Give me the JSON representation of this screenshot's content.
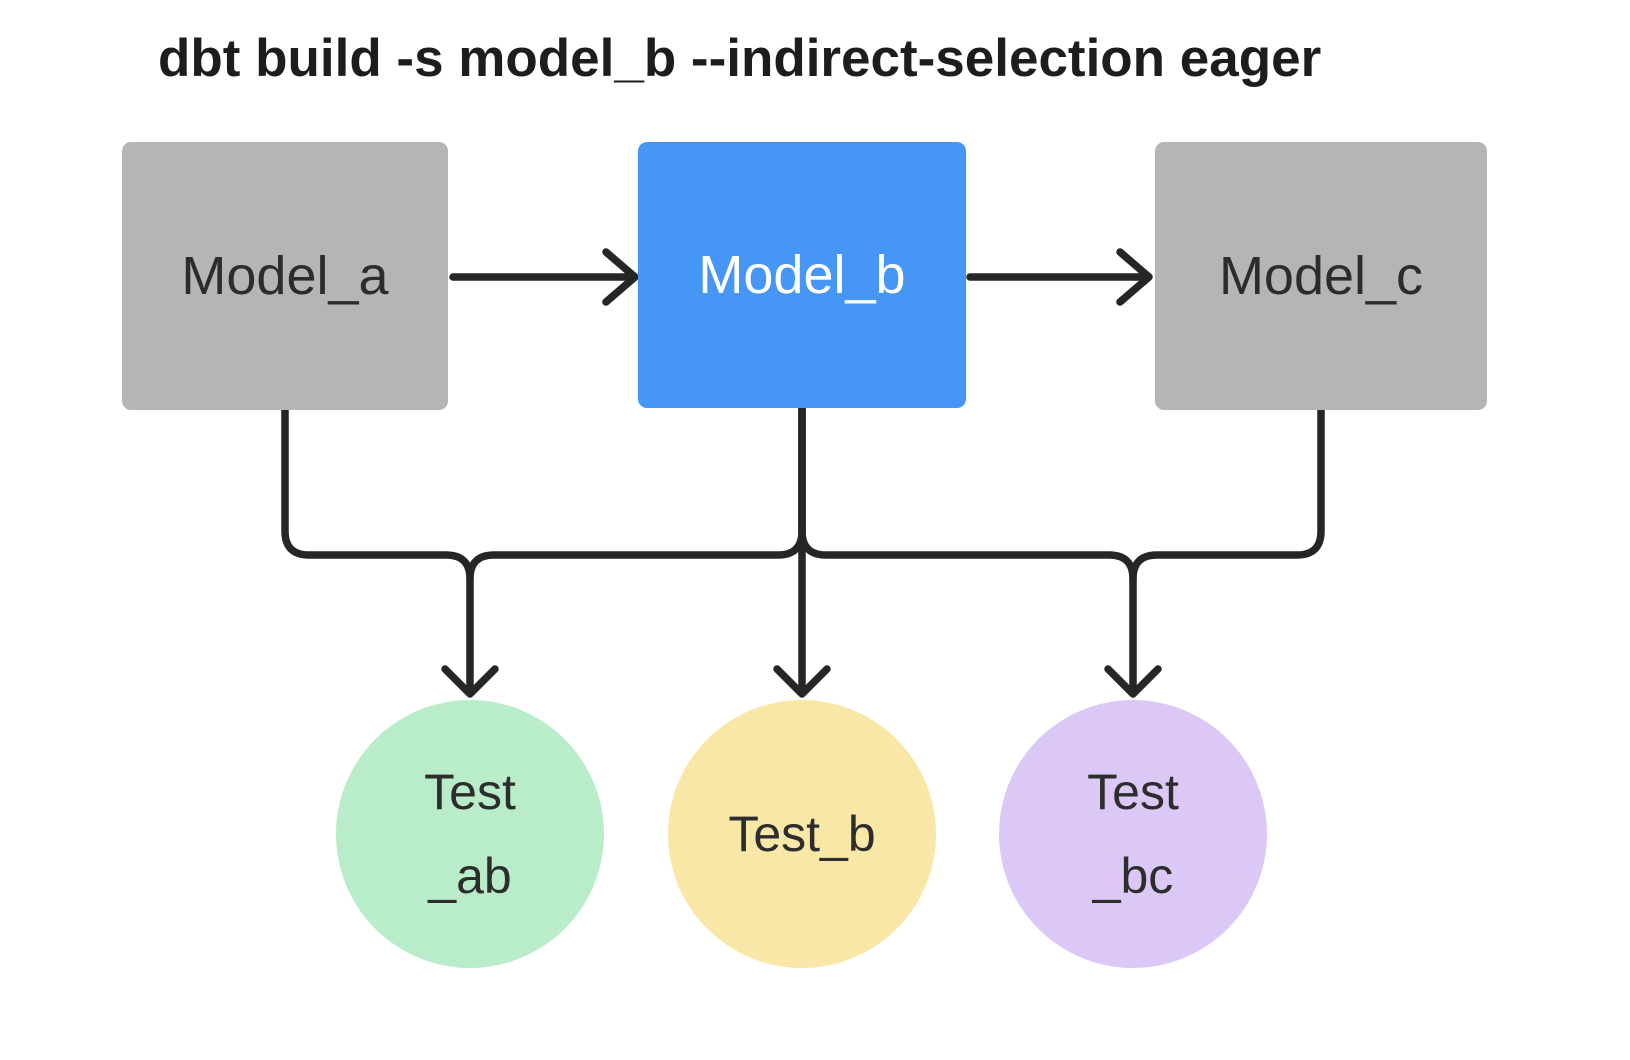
{
  "title": "dbt build -s model_b --indirect-selection eager",
  "nodes": {
    "model_a": {
      "label": "Model_a",
      "fill": "#b5b5b5",
      "text_color": "#2c2c2c"
    },
    "model_b": {
      "label": "Model_b",
      "fill": "#4696f5",
      "text_color": "#ffffff"
    },
    "model_c": {
      "label": "Model_c",
      "fill": "#b5b5b5",
      "text_color": "#2c2c2c"
    },
    "test_ab": {
      "line1": "Test",
      "line2": "_ab",
      "fill": "#b9ecc8",
      "text_color": "#2d2d2d"
    },
    "test_b": {
      "line1": "Test_b",
      "fill": "#f8e7a6",
      "text_color": "#2d2d2d"
    },
    "test_bc": {
      "line1": "Test",
      "line2": "_bc",
      "fill": "#dcc8f7",
      "text_color": "#2d2d2d"
    }
  },
  "edges": [
    {
      "from": "model_a",
      "to": "model_b"
    },
    {
      "from": "model_b",
      "to": "model_c"
    },
    {
      "from": "model_a",
      "to": "test_ab"
    },
    {
      "from": "model_b",
      "to": "test_ab"
    },
    {
      "from": "model_b",
      "to": "test_b"
    },
    {
      "from": "model_b",
      "to": "test_bc"
    },
    {
      "from": "model_c",
      "to": "test_bc"
    }
  ],
  "colors": {
    "background": "#ffffff",
    "edge": "#262626",
    "title_text": "#1d1d1d",
    "model_default_fill": "#b5b5b5",
    "model_selected_fill": "#4696f5",
    "test_ab_fill": "#b9ecc8",
    "test_b_fill": "#f8e7a6",
    "test_bc_fill": "#dcc8f7"
  }
}
